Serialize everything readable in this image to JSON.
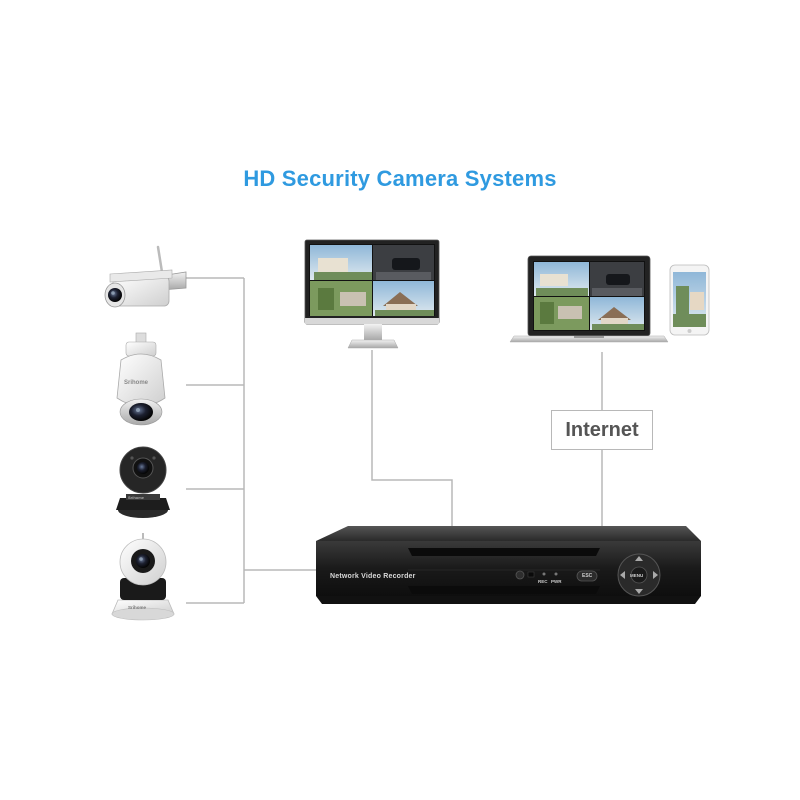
{
  "title": "HD Security Camera Systems",
  "internet_label": "Internet",
  "nvr": {
    "label": "Network Video Recorder",
    "led_rec": "REC",
    "led_pwr": "PWR",
    "esc_button": "ESC",
    "menu_button": "MENU"
  },
  "camera_brand": "Srihome",
  "colors": {
    "title": "#2f9ae0",
    "connector_line": "#b8b8b8",
    "nvr_body": "#1c1c1c"
  }
}
